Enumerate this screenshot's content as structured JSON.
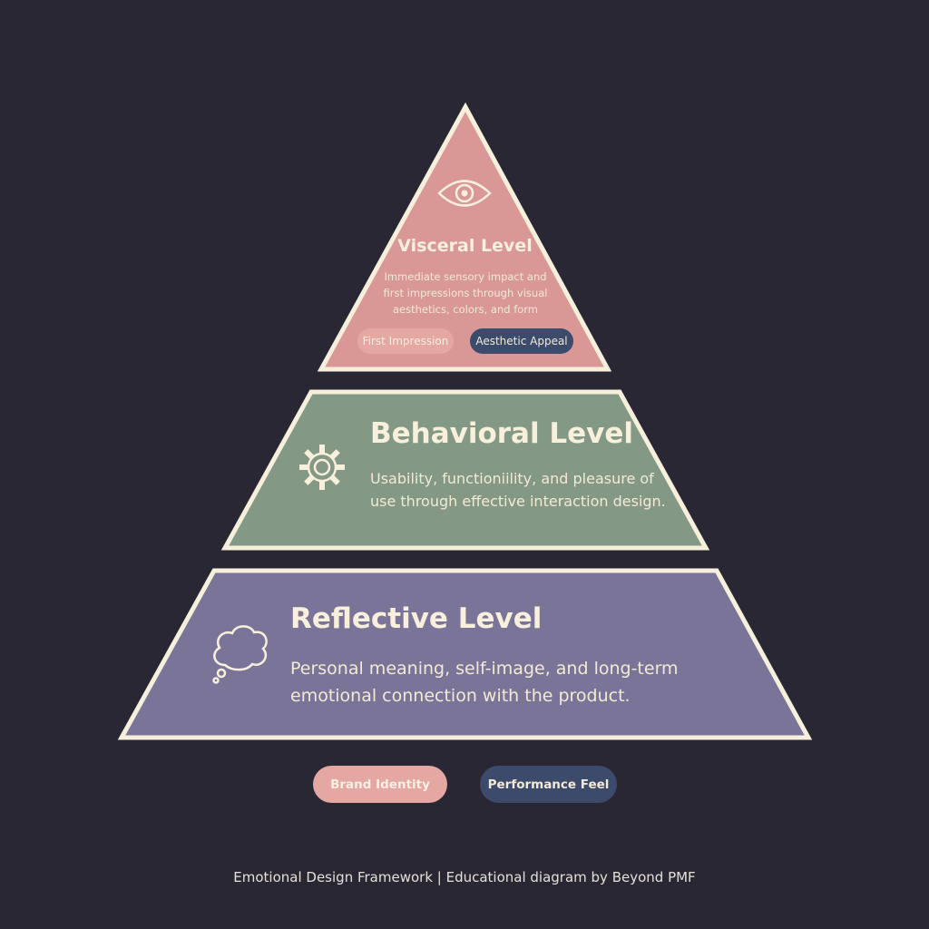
{
  "levels": {
    "visceral": {
      "title": "Visceral Level",
      "description": "Immediate sensory impact and first impressions through visual aesthetics, colors, and form",
      "icon": "eye-icon",
      "color": "#d99896",
      "tags": [
        "First Impression",
        "Aesthetic Appeal"
      ]
    },
    "behavioral": {
      "title": "Behavioral Level",
      "description": "Usability, functioniility, and pleasure of use through effective interaction design.",
      "icon": "gear-icon",
      "color": "#849985"
    },
    "reflective": {
      "title": "Reflective Level",
      "description": "Personal meaning, self-image, and long-term emotional connection with the product.",
      "icon": "thought-bubble-icon",
      "color": "#7a7498"
    }
  },
  "bottom_tags": [
    "Brand Identity",
    "Performance Feel"
  ],
  "footer": "Emotional Design Framework | Educational diagram by Beyond PMF",
  "colors": {
    "background": "#292734",
    "outline": "#f6efdc",
    "pink_accent": "#e4a7a1",
    "navy_accent": "#3c4a6c"
  }
}
